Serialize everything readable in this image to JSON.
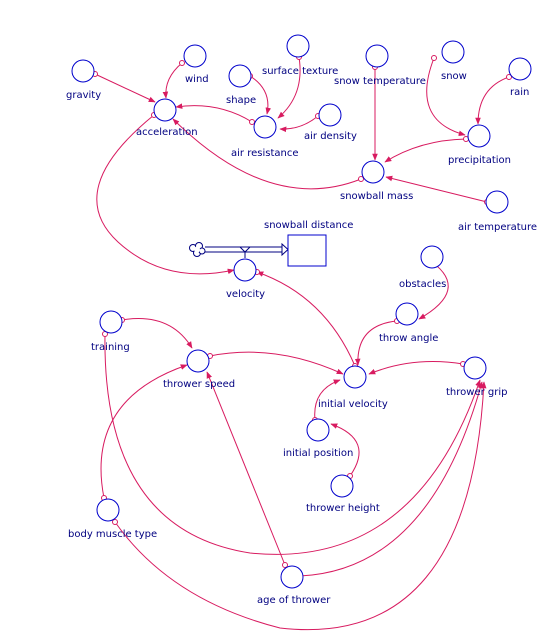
{
  "diagram": {
    "variables": {
      "gravity": "gravity",
      "wind": "wind",
      "surface_texture": "surface texture",
      "shape": "shape",
      "snow_temperature": "snow temperature",
      "snow": "snow",
      "rain": "rain",
      "acceleration": "acceleration",
      "air_density": "air density",
      "air_resistance": "air resistance",
      "precipitation": "precipitation",
      "snowball_mass": "snowball mass",
      "air_temperature": "air temperature",
      "velocity": "velocity",
      "obstacles": "obstacles",
      "throw_angle": "throw angle",
      "training": "training",
      "thrower_speed": "thrower speed",
      "initial_velocity": "initial velocity",
      "thrower_grip": "thrower grip",
      "initial_position": "initial position",
      "thrower_height": "thrower height",
      "body_muscle_type": "body muscle type",
      "age_of_thrower": "age of thrower"
    },
    "stock": {
      "label": "snowball distance"
    }
  },
  "colors": {
    "node_stroke": "#0000cc",
    "link": "#d81b60",
    "label": "#000080"
  }
}
